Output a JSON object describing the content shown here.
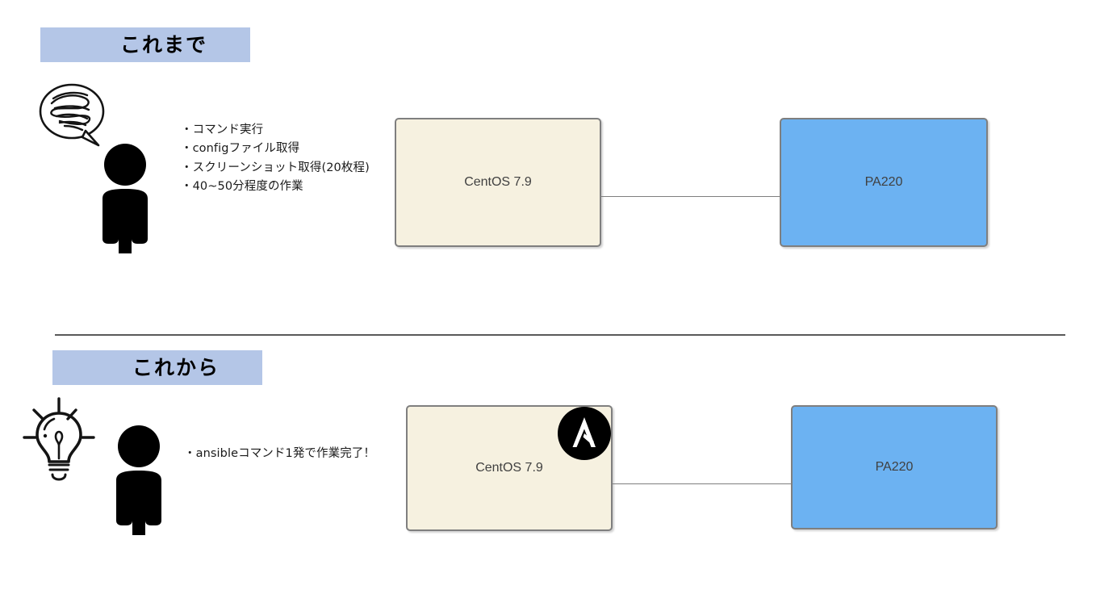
{
  "sections": [
    {
      "id": "before",
      "heading": "これまで",
      "heading_bg": "#b4c6e7",
      "bullets": [
        "・コマンド実行",
        "・configファイル取得",
        "・スクリーンショット取得(20枚程)",
        "・40~50分程度の作業"
      ],
      "person_icon": "person-silhouette-icon",
      "mood_icon": "thought-bubble-scribble-icon",
      "nodes": [
        {
          "label": "CentOS 7.9",
          "fill": "#f6f1e0",
          "border": "#7f7f7f"
        },
        {
          "label": "PA220",
          "fill": "#6cb2f2",
          "border": "#7f7f7f"
        }
      ]
    },
    {
      "id": "after",
      "heading": "これから",
      "heading_bg": "#b4c6e7",
      "bullets": [
        "・ansibleコマンド1発で作業完了！"
      ],
      "person_icon": "person-silhouette-icon",
      "mood_icon": "lightbulb-idea-icon",
      "badge_icon": "ansible-logo-icon",
      "nodes": [
        {
          "label": "CentOS 7.9",
          "fill": "#f6f1e0",
          "border": "#7f7f7f"
        },
        {
          "label": "PA220",
          "fill": "#6cb2f2",
          "border": "#7f7f7f"
        }
      ]
    }
  ],
  "divider": {
    "color": "#595959"
  },
  "connectors": {
    "color": "#7f7f7f"
  }
}
